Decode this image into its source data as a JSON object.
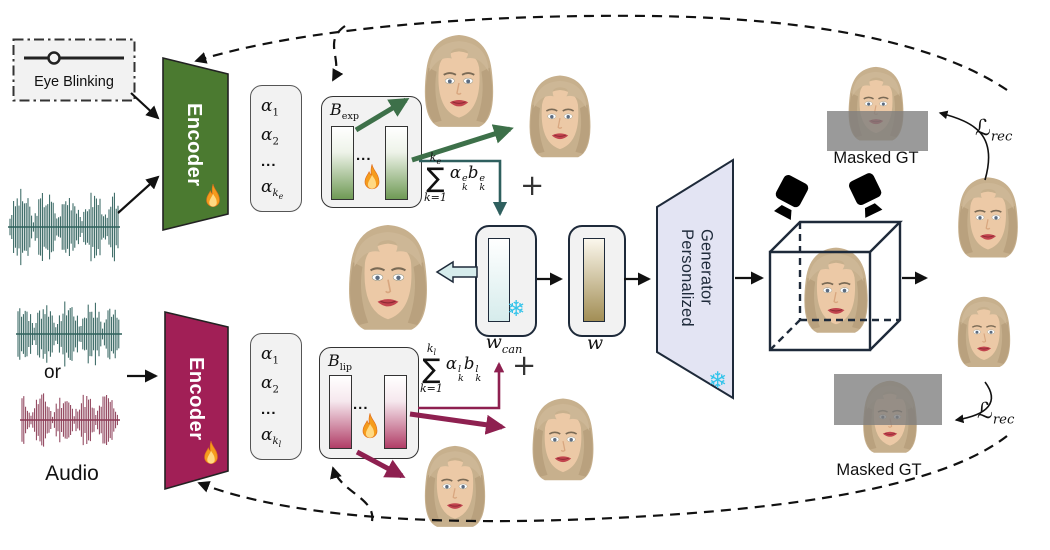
{
  "eye_blinking": {
    "label": "Eye Blinking"
  },
  "audio": {
    "or_label": "or",
    "audio_label": "Audio"
  },
  "encoders": {
    "expression": {
      "label": "Encoder"
    },
    "lip": {
      "label": "Encoder"
    }
  },
  "coeffs_exp": {
    "a1_base": "α",
    "a1_sub": "1",
    "a2_base": "α",
    "a2_sub": "2",
    "dots": "...",
    "ak_base": "α",
    "ak_sub": "k",
    "ak_subsub": "e"
  },
  "coeffs_lip": {
    "a1_base": "α",
    "a1_sub": "1",
    "a2_base": "α",
    "a2_sub": "2",
    "dots": "...",
    "ak_base": "α",
    "ak_sub": "k",
    "ak_subsub": "l"
  },
  "basis_exp": {
    "base": "B",
    "sub": "exp",
    "dots": "..."
  },
  "basis_lip": {
    "base": "B",
    "sub": "lip",
    "dots": "..."
  },
  "sum_exp": {
    "upper_base": "k",
    "upper_sub": "e",
    "sigma": "∑",
    "lower": "k=1",
    "alpha": "α",
    "alpha_sup": "e",
    "alpha_sub": "k",
    "b": "b",
    "b_sup": "e",
    "b_sub": "k",
    "plus": "+"
  },
  "sum_lip": {
    "upper_base": "k",
    "upper_sub": "l",
    "sigma": "∑",
    "lower": "k=1",
    "alpha": "α",
    "alpha_sup": "l",
    "alpha_sub": "k",
    "b": "b",
    "b_sup": "l",
    "b_sub": "k",
    "plus": "+"
  },
  "latents": {
    "wcan_base": "w",
    "wcan_sub": "can",
    "w_base": "w"
  },
  "generator": {
    "line1": "Personalized",
    "line2": "Generator"
  },
  "outputs": {
    "masked_gt_top": "Masked GT",
    "masked_gt_bottom": "Masked GT"
  },
  "losses": {
    "top_base": "ℒ",
    "top_sub": "rec",
    "bottom_base": "ℒ",
    "bottom_sub": "rec"
  },
  "icons": {
    "snowflake_glyph": "❄"
  },
  "colors": {
    "encoder_green": "#4b7a30",
    "encoder_crimson": "#a11f56",
    "generator_fill": "#e3e4f3",
    "outline_navy": "#1e2a3a",
    "teal_arrow": "#2e5f5e",
    "green_arrow": "#3d7049",
    "crimson_arrow": "#8e2050",
    "bar_green": "#6f9a55",
    "bar_crimson": "#b13e67",
    "bar_cyan": "#d6ecec",
    "bar_tan": "#a28e55",
    "snowflake": "#35c4ea",
    "wave_teal": "#2f615c",
    "wave_maroon": "#8a3a54",
    "mask_gray": "#7d7d7d"
  }
}
